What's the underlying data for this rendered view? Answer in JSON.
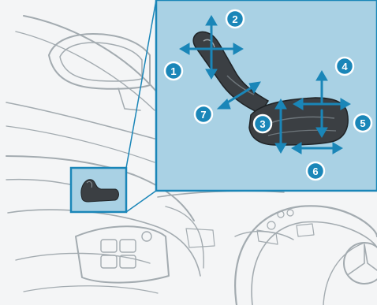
{
  "figure": {
    "type": "seat-adjustment-illustration",
    "colors": {
      "background": "#f4f5f6",
      "line_art": "#9aa2a7",
      "highlight_panel": "#a9d1e4",
      "accent": "#1a86b8",
      "switch_body": "#3b3f43"
    },
    "callouts": [
      {
        "id": "1",
        "label": "1"
      },
      {
        "id": "2",
        "label": "2"
      },
      {
        "id": "3",
        "label": "3"
      },
      {
        "id": "4",
        "label": "4"
      },
      {
        "id": "5",
        "label": "5"
      },
      {
        "id": "6",
        "label": "6"
      },
      {
        "id": "7",
        "label": "7"
      }
    ]
  }
}
